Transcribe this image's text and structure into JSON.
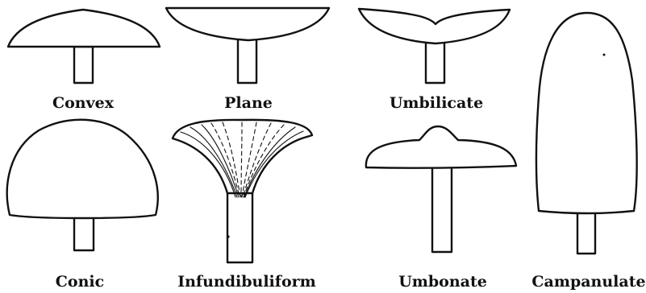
{
  "figure": {
    "cap_shapes": [
      {
        "id": "convex",
        "label": "Convex"
      },
      {
        "id": "plane",
        "label": "Plane"
      },
      {
        "id": "umbilicate",
        "label": "Umbilicate"
      },
      {
        "id": "conic",
        "label": "Conic"
      },
      {
        "id": "infundibuliform",
        "label": "Infundibuliform"
      },
      {
        "id": "umbonate",
        "label": "Umbonate"
      },
      {
        "id": "campanulate",
        "label": "Campanulate"
      }
    ]
  }
}
